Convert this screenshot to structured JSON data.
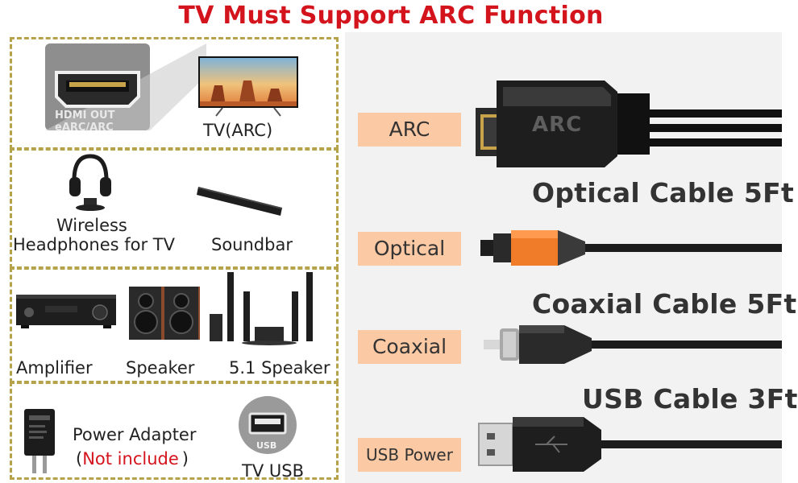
{
  "title": "TV Must Support ARC Function",
  "devices": {
    "tv": {
      "label": "TV(ARC)",
      "port_text_1": "HDMI OUT",
      "port_text_2": "eARC/ARC"
    },
    "audio": {
      "headphones_label_1": "Wireless",
      "headphones_label_2": "Headphones for TV",
      "soundbar_label": "Soundbar"
    },
    "speakers": {
      "amplifier_label": "Amplifier",
      "speaker_label": "Speaker",
      "surround_label": "5.1 Speaker"
    },
    "power": {
      "adapter_label": "Power Adapter",
      "note_open": "(",
      "note_text": "Not include",
      "note_close": ")",
      "usb_port_text": "USB",
      "tv_usb_label": "TV USB"
    }
  },
  "cables": {
    "arc": {
      "tag": "ARC",
      "plug_text": "ARC"
    },
    "optical": {
      "tag": "Optical",
      "title": "Optical Cable 5Ft"
    },
    "coaxial": {
      "tag": "Coaxial",
      "title": "Coaxial Cable 5Ft"
    },
    "usb": {
      "tag": "USB Power",
      "title": "USB Cable 3Ft"
    }
  },
  "colors": {
    "title_red": "#d4141c",
    "note_red": "#d4141c",
    "dash_border": "#b5a24a",
    "tag_bg": "#fbc9a3",
    "optical_accent": "#f07b28"
  }
}
